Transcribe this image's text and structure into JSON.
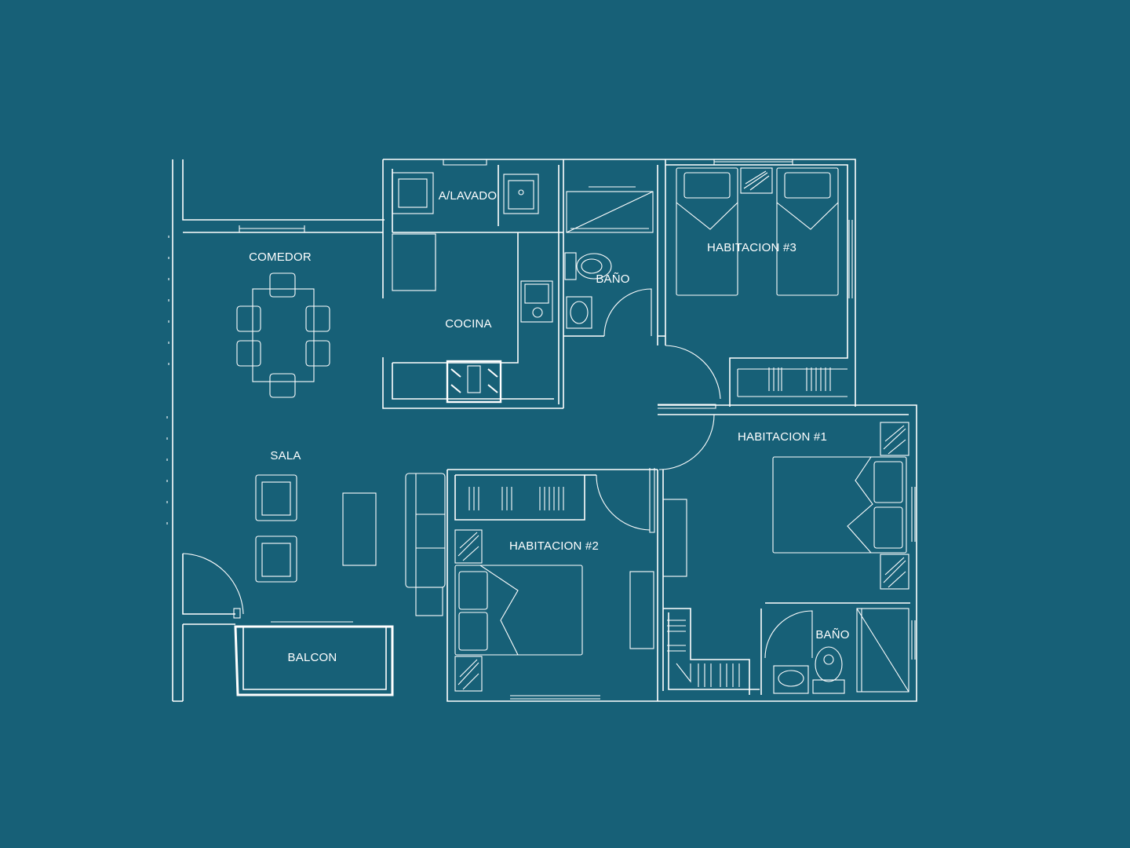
{
  "plan": {
    "rooms": {
      "lavado": "A/LAVADO",
      "comedor": "COMEDOR",
      "cocina": "COCINA",
      "bano_1": "BAÑO",
      "habitacion_3": "HABITACION #3",
      "sala": "SALA",
      "habitacion_1": "HABITACION #1",
      "habitacion_2": "HABITACION #2",
      "bano_2": "BAÑO",
      "balcon": "BALCON"
    },
    "colors": {
      "background": "#176077",
      "lines": "#ffffff"
    }
  }
}
